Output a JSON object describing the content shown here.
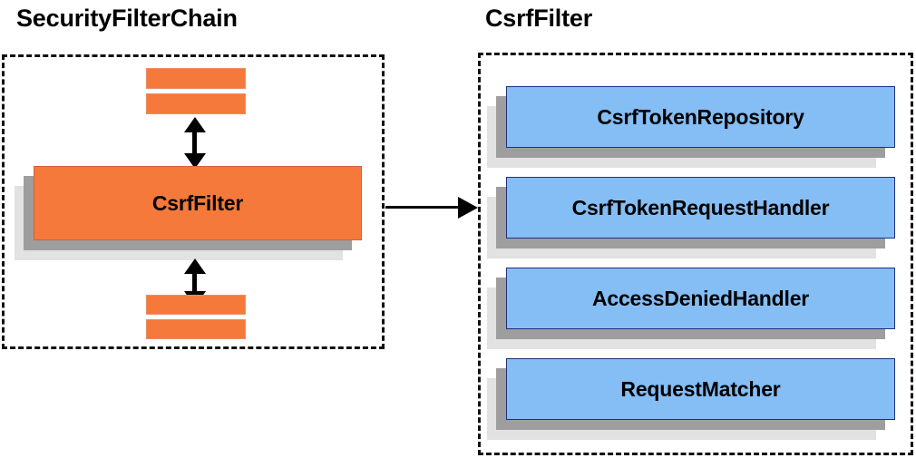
{
  "diagram": {
    "background_color": "#ffffff",
    "left_panel": {
      "title": "SecurityFilterChain",
      "filter_box": {
        "label": "CsrfFilter"
      },
      "upper_bars": [
        "filter-bar",
        "filter-bar"
      ],
      "lower_bars": [
        "filter-bar",
        "filter-bar"
      ],
      "arrow_up_label": "",
      "arrow_down_label": ""
    },
    "right_panel": {
      "title": "CsrfFilter",
      "components": [
        {
          "label": "CsrfTokenRepository"
        },
        {
          "label": "CsrfTokenRequestHandler"
        },
        {
          "label": "AccessDeniedHandler"
        },
        {
          "label": "RequestMatcher"
        }
      ]
    },
    "connector": {
      "label": ""
    },
    "colors": {
      "orange_fill": "#f5793b",
      "orange_border": "#d4613a",
      "blue_fill": "#85bdf5",
      "blue_border": "#20307e",
      "shadow_dark": "#9e9e9e",
      "shadow_light": "#e2e2e2",
      "outline": "#111111",
      "text": "#000000"
    }
  }
}
